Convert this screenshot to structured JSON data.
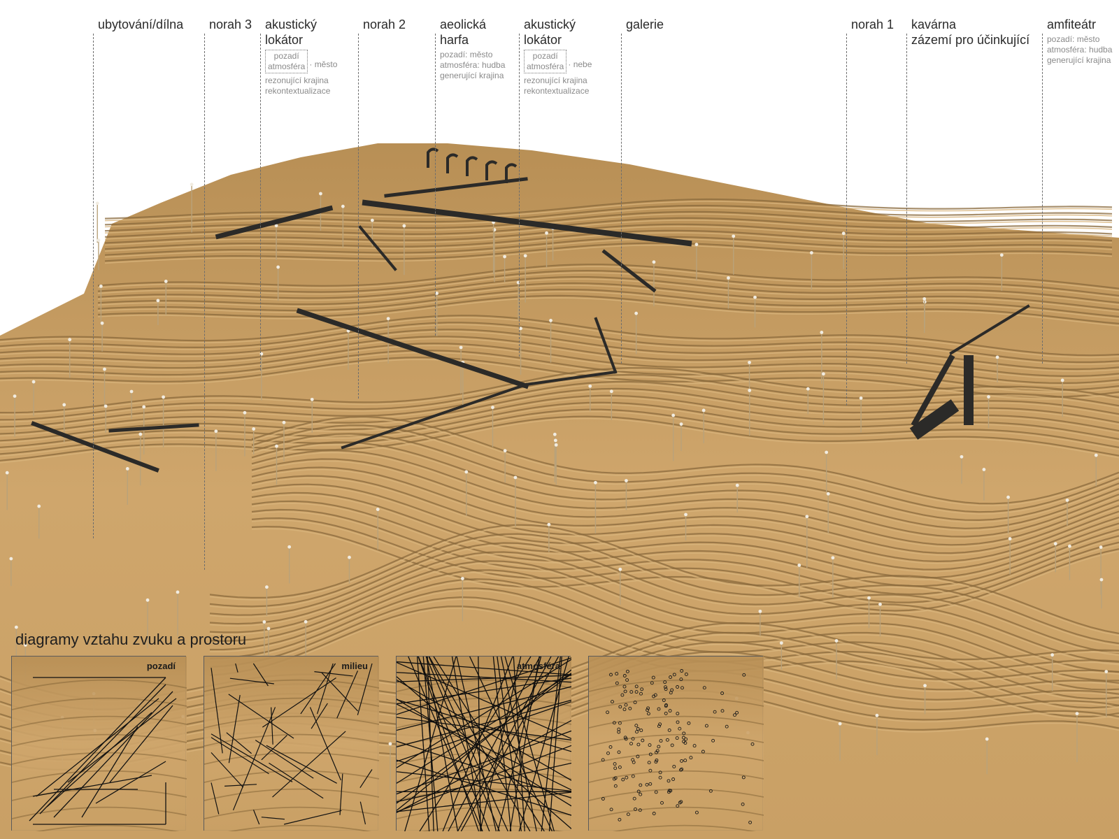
{
  "zone_labels": [
    {
      "lines": [
        "ubytování/dílna"
      ]
    },
    {
      "lines": [
        "norah 3"
      ]
    },
    {
      "lines": [
        "akustický",
        "lokátor"
      ],
      "boxed": [
        "pozadí",
        "atmosféra"
      ],
      "aside": "město",
      "notes": [
        "rezonující krajina",
        "rekontextualizace"
      ]
    },
    {
      "lines": [
        "norah 2"
      ]
    },
    {
      "lines": [
        "aeolická",
        "harfa"
      ],
      "notes": [
        "pozadí: město",
        "atmosféra: hudba",
        "generující krajina"
      ]
    },
    {
      "lines": [
        "akustický",
        "lokátor"
      ],
      "boxed": [
        "pozadí",
        "atmosféra"
      ],
      "aside": "nebe",
      "notes": [
        "rezonující krajina",
        "rekontextualizace"
      ]
    },
    {
      "lines": [
        "galerie"
      ]
    },
    {
      "lines": [
        "norah 1"
      ]
    },
    {
      "lines": [
        "kavárna",
        "zázemí  pro účinkující"
      ]
    },
    {
      "lines": [
        "amfiteátr"
      ],
      "notes": [
        "pozadí: město",
        "atmosféra: hudba",
        "generující krajina"
      ]
    }
  ],
  "legend": {
    "title": "diagramy vztahu zvuku a prostoru",
    "panels": [
      {
        "label": "pozadí"
      },
      {
        "label": "milieu"
      },
      {
        "label": "atmosféra"
      },
      {
        "label": ""
      }
    ]
  },
  "colors": {
    "cork": "#c8a064",
    "cork_light": "#d8b47c",
    "cork_dark": "#8a6a3c",
    "structure": "#2b2a28"
  }
}
